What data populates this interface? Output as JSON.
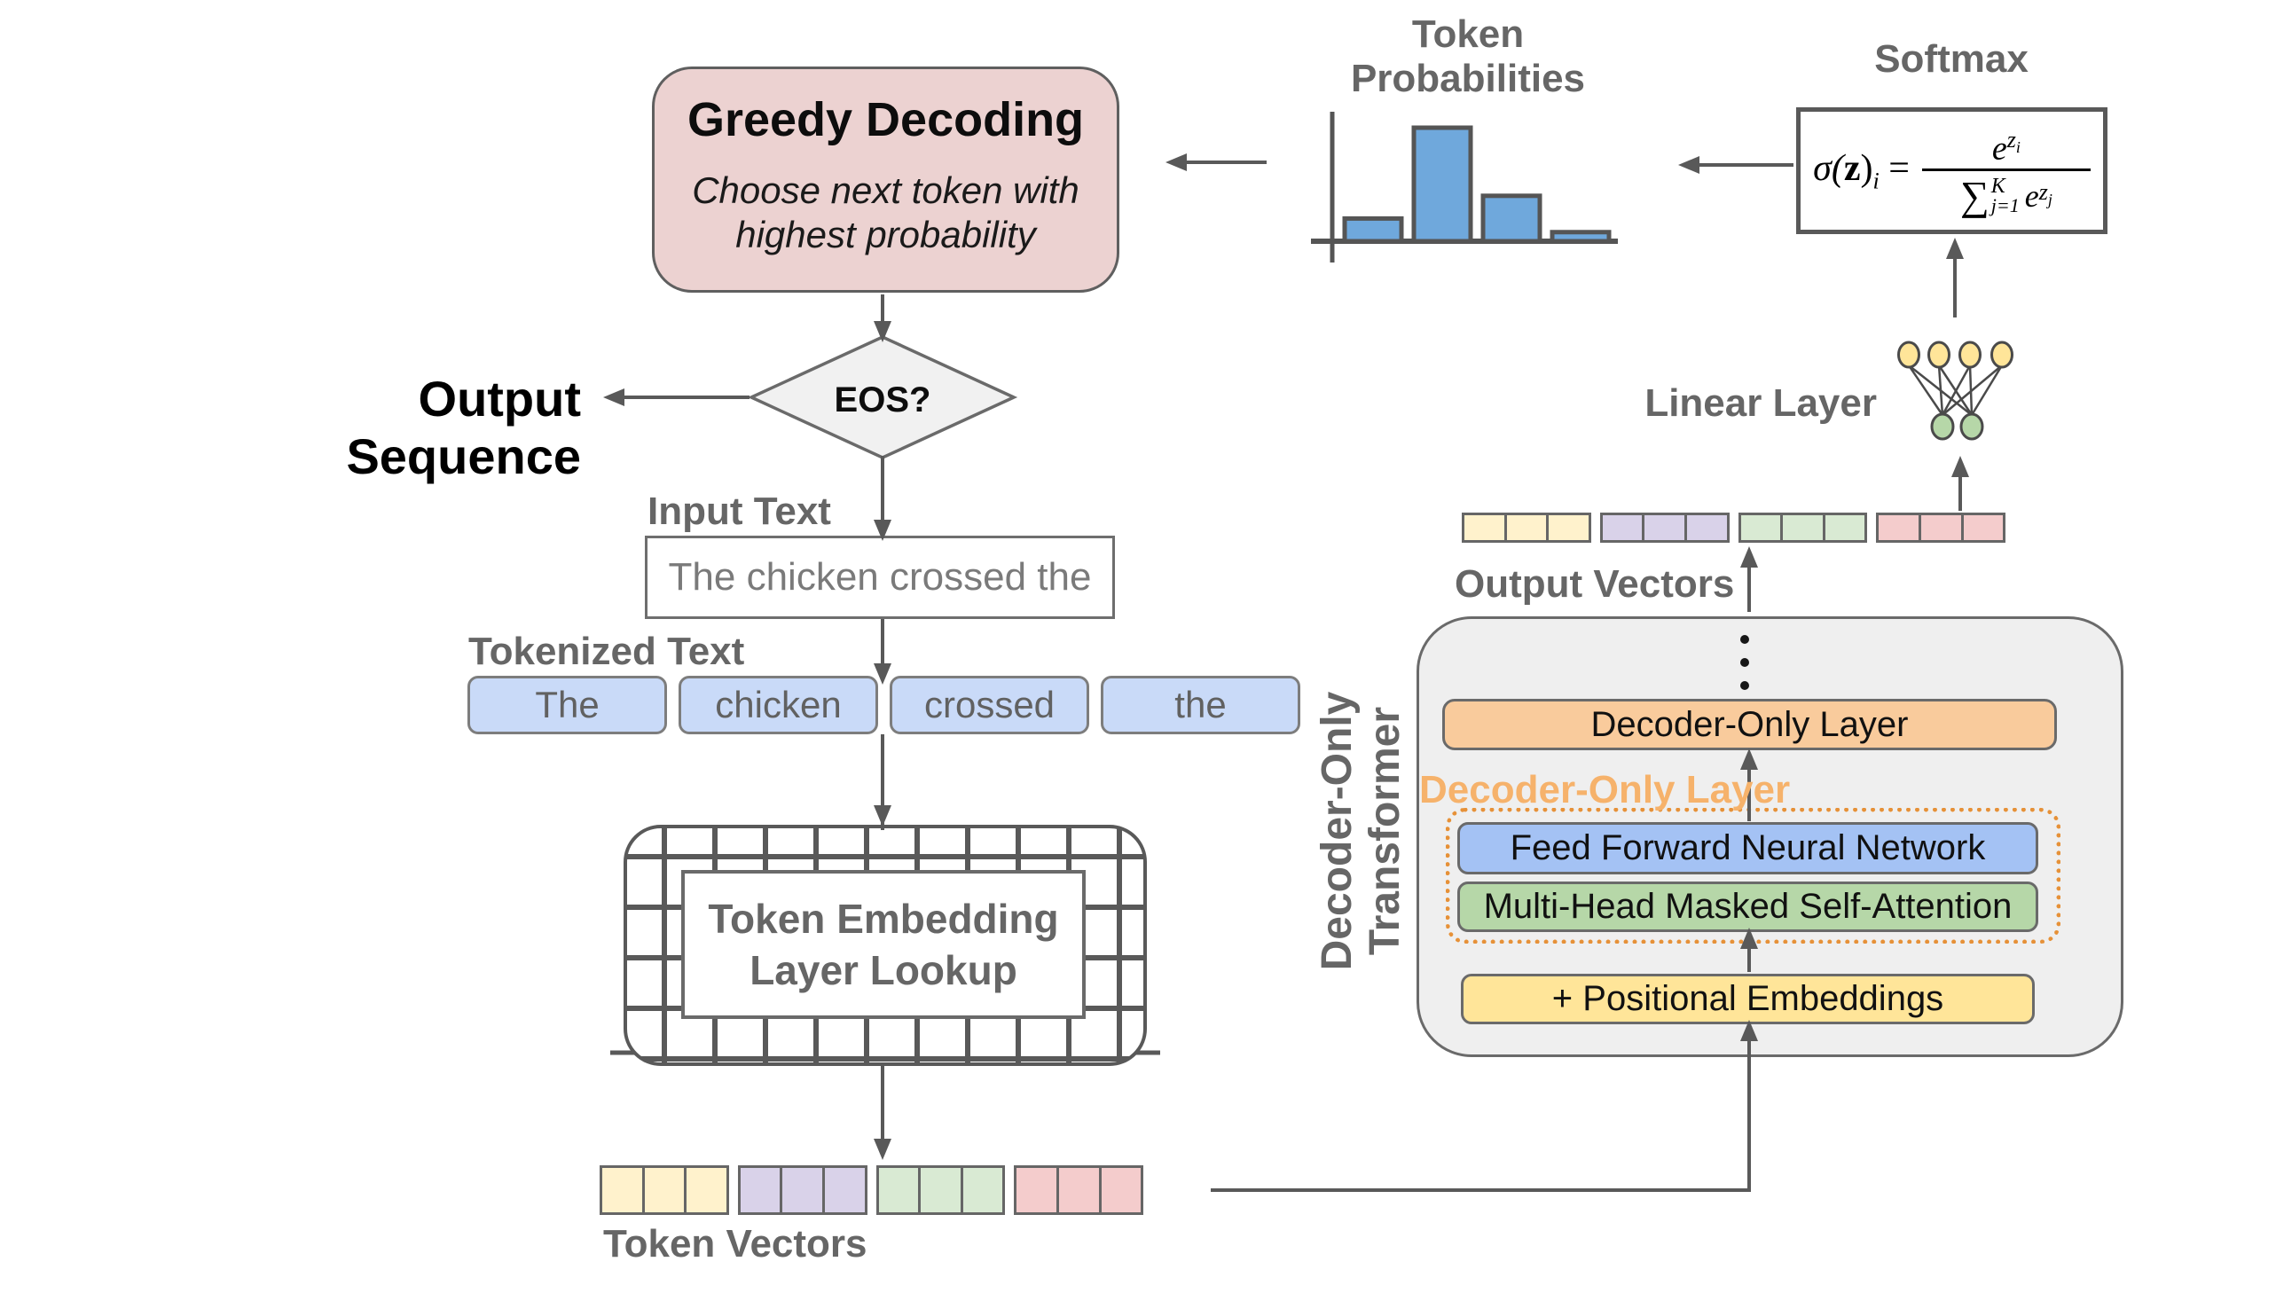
{
  "diagram_title": "Greedy Decoding with a Decoder-Only Transformer",
  "colors": {
    "greedy_pink": "#ECD2D1",
    "token_blue": "#C9DAF8",
    "bar_blue": "#6FA8DC",
    "decoder_orange": "#F9CB9C",
    "ffnn_blue": "#A4C2F4",
    "attention_green": "#B6D7A8",
    "positional_yellow": "#FFE599",
    "vector_yellow": "#FFF2CC",
    "vector_purple": "#D9D2E9",
    "vector_green": "#D9EAD3",
    "vector_pink": "#F4CCCC",
    "transformer_gray": "#EFEFEF",
    "diamond_gray": "#F1F1F1",
    "line_gray": "#595959",
    "label_gray": "#666666",
    "callout_orange": "#F6B26B",
    "dotted_orange": "#E69138"
  },
  "greedy": {
    "title": "Greedy Decoding",
    "subtitle_line1": "Choose next token with",
    "subtitle_line2": "highest probability"
  },
  "output_sequence": {
    "label": "Output Sequence"
  },
  "eos": {
    "label": "EOS?"
  },
  "input": {
    "label": "Input Text",
    "value": "The chicken crossed the"
  },
  "tokenized": {
    "label": "Tokenized Text",
    "tokens": [
      "The",
      "chicken",
      "crossed",
      "the"
    ]
  },
  "embedding": {
    "line1": "Token Embedding",
    "line2": "Layer Lookup"
  },
  "vectors": {
    "group_colors": [
      "#FFF2CC",
      "#D9D2E9",
      "#D9EAD3",
      "#F4CCCC"
    ],
    "cells_per_group": 3
  },
  "token_vectors": {
    "label": "Token Vectors"
  },
  "output_vectors": {
    "label": "Output Vectors"
  },
  "transformer": {
    "side_label_line1": "Decoder-Only",
    "side_label_line2": "Transformer",
    "top_layer": "Decoder-Only Layer",
    "callout_label": "Decoder-Only Layer",
    "ffnn": "Feed Forward Neural Network",
    "attention": "Multi-Head Masked Self-Attention",
    "positional": "+ Positional Embeddings"
  },
  "linear_layer": {
    "label": "Linear Layer"
  },
  "softmax": {
    "label": "Softmax",
    "formula": {
      "sigma": "σ(",
      "z": "z",
      "close": ")",
      "sub_i": "i",
      "equals": " = ",
      "num_e": "e",
      "num_sup_z": "z",
      "num_sup_i": "i",
      "sum": "∑",
      "sum_sup": "K",
      "sum_sub": "j=1",
      "den_e": "e",
      "den_sup_z": "z",
      "den_sup_j": "j"
    }
  },
  "chart_data": {
    "type": "bar",
    "title_line1": "Token",
    "title_line2": "Probabilities",
    "values": [
      0.2,
      1.0,
      0.4,
      0.08
    ],
    "categories": [
      "",
      "",
      "",
      ""
    ],
    "xlabel": "",
    "ylabel": "",
    "ylim": [
      0,
      1
    ],
    "grid": false,
    "legend": false,
    "bar_color": "#6FA8DC"
  }
}
